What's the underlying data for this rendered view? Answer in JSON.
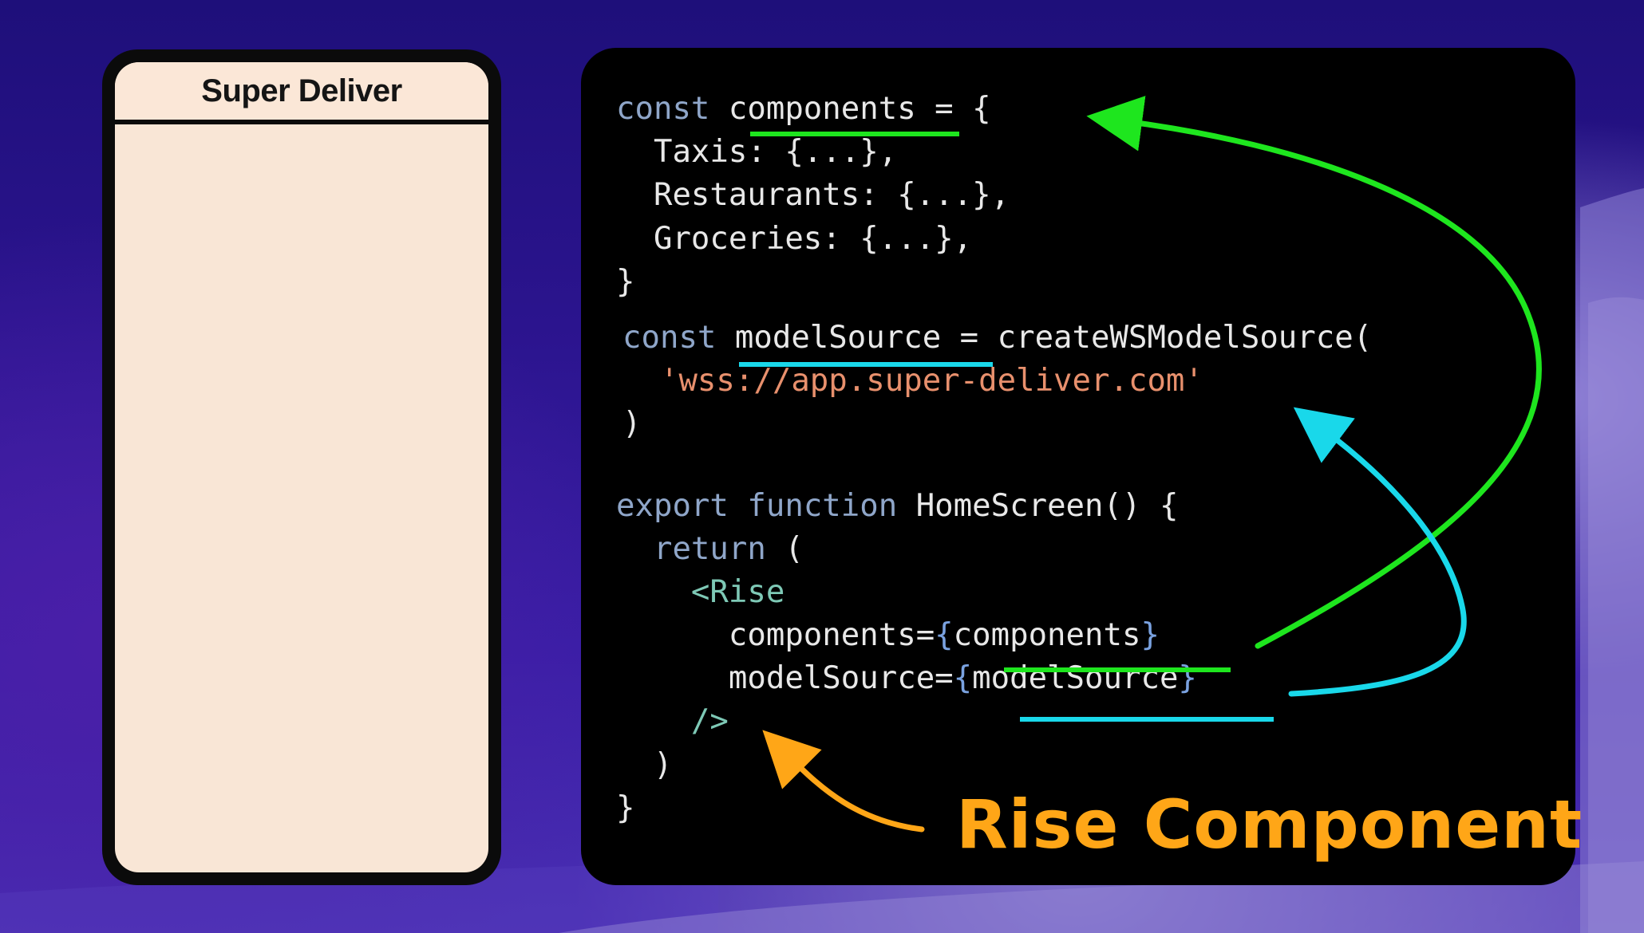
{
  "phone": {
    "title": "Super Deliver"
  },
  "code": {
    "l1": {
      "kw": "const",
      "name": "components",
      "rest": " = {"
    },
    "l2": "  Taxis: {...},",
    "l3": "  Restaurants: {...},",
    "l4": "  Groceries: {...},",
    "l5": "}",
    "l6": {
      "kw": "const",
      "name": "modelSource",
      "rest": " = createWSModelSource("
    },
    "l7": {
      "indent": "  ",
      "str": "'wss://app.super-deliver.com'"
    },
    "l8": ")",
    "l9": {
      "kw1": "export",
      "kw2": "function",
      "name": "HomeScreen() {"
    },
    "l10": {
      "indent": "  ",
      "kw": "return",
      "rest": " ("
    },
    "l11": {
      "indent": "    ",
      "tag": "<Rise"
    },
    "l12": {
      "indent": "      ",
      "attr": "components=",
      "open": "{",
      "val": "components",
      "close": "}"
    },
    "l13": {
      "indent": "      ",
      "attr": "modelSource=",
      "open": "{",
      "val": "modelSource",
      "close": "}"
    },
    "l14": {
      "indent": "    ",
      "tag": "/>"
    },
    "l15": "  )",
    "l16": "}"
  },
  "annotation": {
    "label": "Rise Component",
    "colors": {
      "components": "#1ee61e",
      "modelSource": "#19d8ea",
      "rise": "#ffa617"
    }
  }
}
